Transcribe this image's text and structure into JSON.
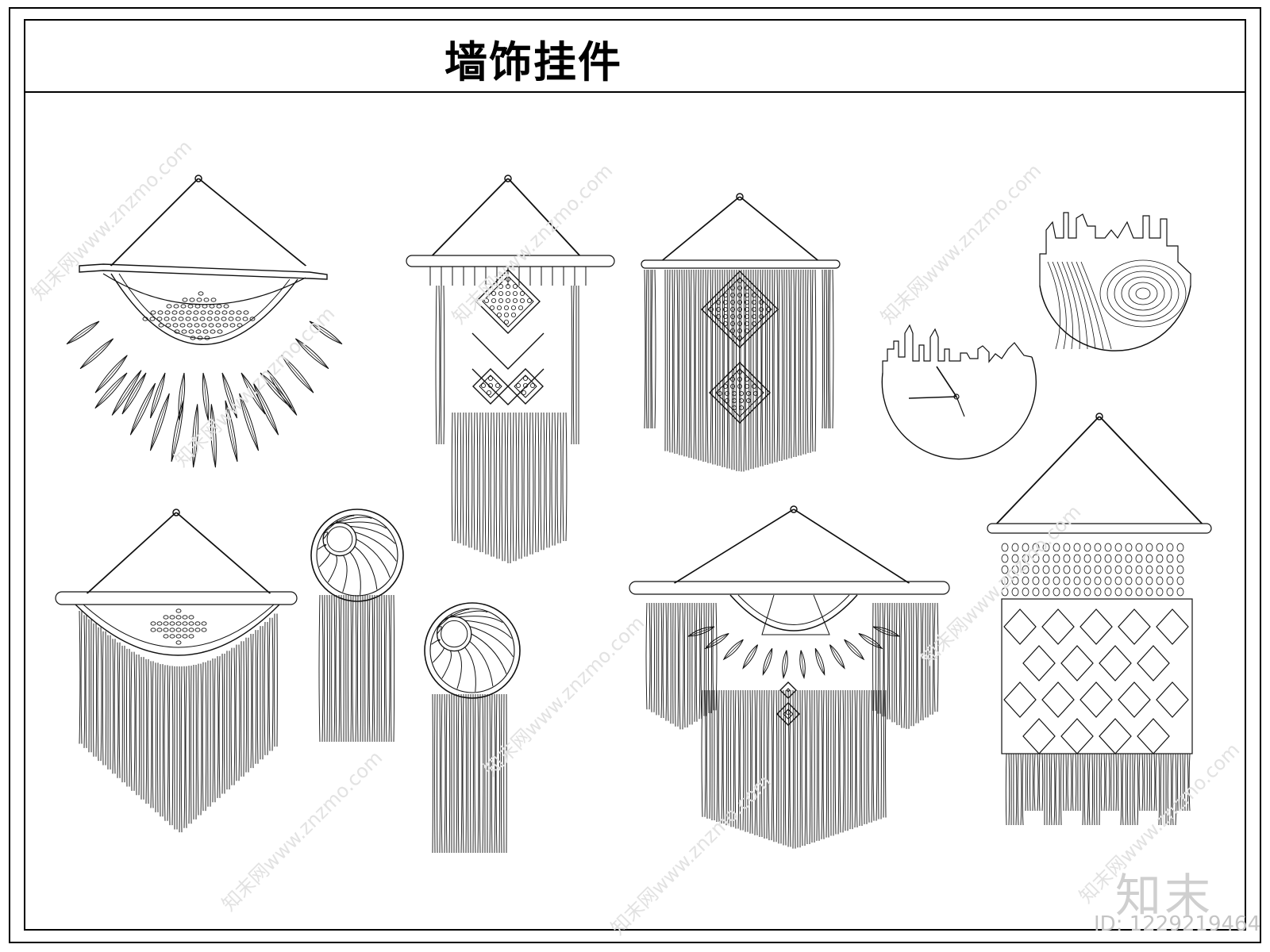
{
  "sheet": {
    "title": "墙饰挂件"
  },
  "items": [
    {
      "name": "feather-macrame-hanging"
    },
    {
      "name": "long-fringe-macrame-hanging"
    },
    {
      "name": "diamond-pattern-macrame-hanging"
    },
    {
      "name": "skyline-wall-clock"
    },
    {
      "name": "wood-grain-skyline-disc"
    },
    {
      "name": "arched-fringe-macrame-hanging"
    },
    {
      "name": "round-spiral-macrame-small"
    },
    {
      "name": "round-spiral-macrame-large"
    },
    {
      "name": "feather-arch-macrame-hanging"
    },
    {
      "name": "lattice-macrame-tapestry"
    }
  ],
  "watermark": {
    "text": "知末网www.znzmo.com",
    "brand": "知末",
    "id": "ID: 1229219464"
  }
}
